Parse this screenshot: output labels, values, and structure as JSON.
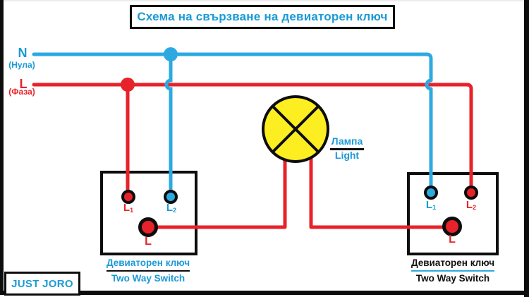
{
  "title": "Схема на свързване на девиаторен ключ",
  "colors": {
    "wire_blue": "#2da9e1",
    "wire_red": "#e8222a",
    "lamp_yellow": "#fdee21",
    "text_blue": "#1a9ad6",
    "text_red": "#e8222a",
    "outline_black": "#0d0d0d"
  },
  "supply": {
    "neutral_symbol": "N",
    "neutral_name": "(Нула)",
    "live_symbol": "L",
    "live_name": "(Фаза)"
  },
  "lamp": {
    "label_bg": "Лампа",
    "label_en": "Light"
  },
  "switch_left": {
    "terminal_1": {
      "main": "L",
      "sub": "1"
    },
    "terminal_2": {
      "main": "L",
      "sub": "2"
    },
    "terminal_common": "L",
    "caption_bg": "Девиаторен ключ",
    "caption_en": "Two Way Switch"
  },
  "switch_right": {
    "terminal_1": {
      "main": "L",
      "sub": "1"
    },
    "terminal_2": {
      "main": "L",
      "sub": "2"
    },
    "terminal_common": "L",
    "caption_bg": "Девиаторен ключ",
    "caption_en": "Two Way Switch"
  },
  "watermark": "JUST JORO"
}
